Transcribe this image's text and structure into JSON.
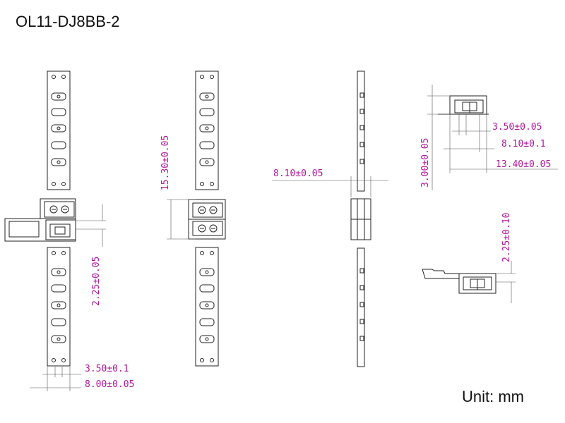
{
  "title": "OL11-DJ8BB-2",
  "unit": "Unit: mm",
  "dimensions": {
    "pitch": "3.50±0.1",
    "strip_width": "8.00±0.05",
    "gap_left": "2.25±0.05",
    "length": "15.30±0.05",
    "side_width": "8.10±0.05",
    "top_pitch": "3.50±0.05",
    "top_width": "8.10±0.1",
    "top_total": "13.40±0.05",
    "top_height": "3.00±0.05",
    "clip_height": "2.25±0.10"
  }
}
